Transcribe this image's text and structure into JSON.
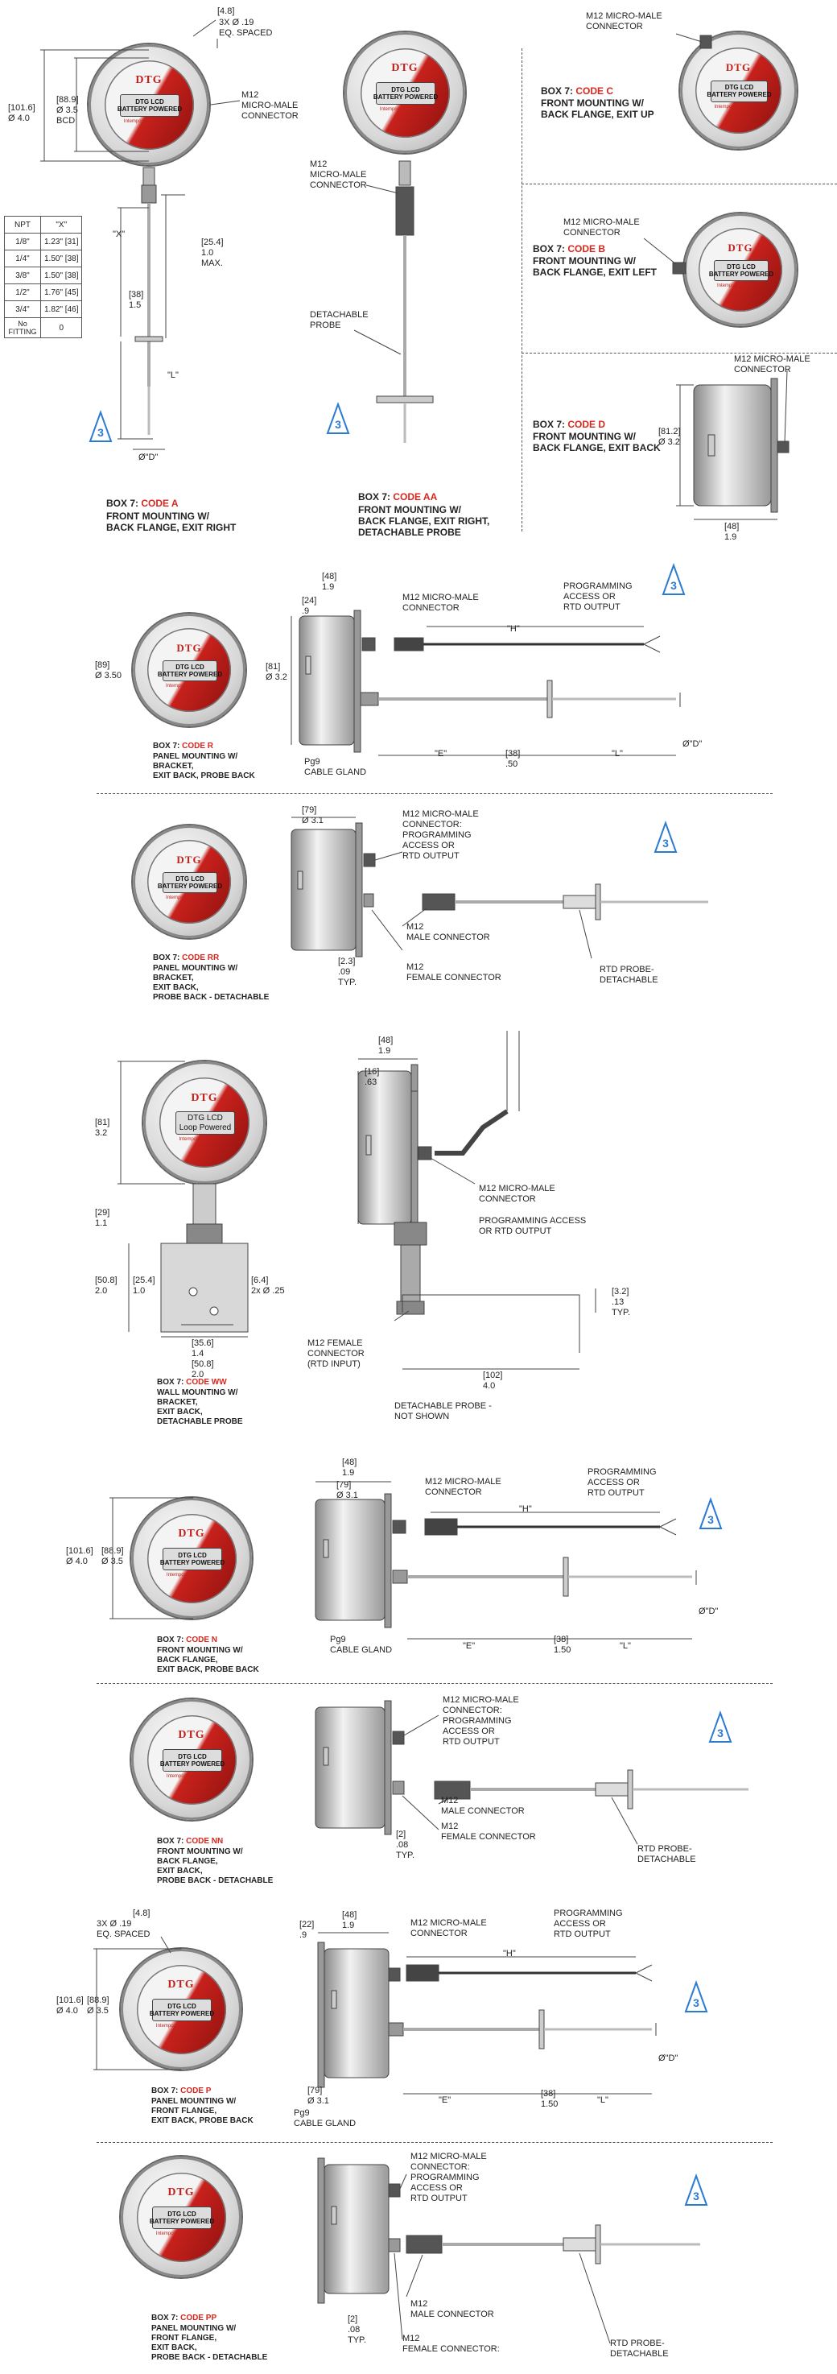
{
  "table": {
    "headers": [
      "NPT",
      "\"X\""
    ],
    "rows": [
      [
        "1/8\"",
        "1.23\" [31]"
      ],
      [
        "1/4\"",
        "1.50\" [38]"
      ],
      [
        "3/8\"",
        "1.50\" [38]"
      ],
      [
        "1/2\"",
        "1.76\" [45]"
      ],
      [
        "3/4\"",
        "1.82\" [46]"
      ],
      [
        "No FITTING",
        "0"
      ]
    ]
  },
  "gauge": {
    "logo": "DTG",
    "lcd_battery": "DTG LCD\nBATTERY POWERED",
    "lcd_loop": "DTG LCD\nLoop Powered",
    "brand": "Intempco"
  },
  "icon_3a": "3-A sanitary standards icon",
  "codeA": {
    "dim_48": "[4.8]",
    "holes": "3X Ø .19\nEQ. SPACED",
    "dim_101": "[101.6]\nØ 4.0",
    "dim_889": "[88.9]\nØ 3.5\nBCD",
    "connector": "M12\nMICRO-MALE\nCONNECTOR",
    "dim_x": "\"X\"",
    "dim_254": "[25.4]\n1.0\nMAX.",
    "dim_38": "[38]\n1.5",
    "dim_l": "\"L\"",
    "dim_d": "Ø\"D\"",
    "title_pre": "BOX 7: ",
    "code": "CODE A",
    "desc": "FRONT MOUNTING W/\nBACK FLANGE, EXIT RIGHT"
  },
  "codeAA": {
    "connector": "M12\nMICRO-MALE\nCONNECTOR",
    "probe": "DETACHABLE\nPROBE",
    "title_pre": "BOX 7: ",
    "code": "CODE AA",
    "desc": "FRONT MOUNTING W/\nBACK FLANGE, EXIT RIGHT,\nDETACHABLE PROBE"
  },
  "codeC": {
    "connector": "M12 MICRO-MALE\nCONNECTOR",
    "title_pre": "BOX 7: ",
    "code": "CODE C",
    "desc": "FRONT MOUNTING W/\nBACK FLANGE, EXIT UP"
  },
  "codeB": {
    "connector": "M12 MICRO-MALE\nCONNECTOR",
    "title_pre": "BOX 7: ",
    "code": "CODE B",
    "desc": "FRONT MOUNTING W/\nBACK FLANGE, EXIT LEFT"
  },
  "codeD": {
    "connector": "M12 MICRO-MALE\nCONNECTOR",
    "dim_812": "[81.2]\nØ 3.2",
    "dim_48": "[48]\n1.9",
    "title_pre": "BOX 7: ",
    "code": "CODE D",
    "desc": "FRONT MOUNTING W/\nBACK FLANGE, EXIT BACK"
  },
  "codeR": {
    "dim_48": "[48]\n1.9",
    "dim_24": "[24]\n.9",
    "dim_89": "[89]\nØ 3.50",
    "dim_81": "[81]\nØ 3.2",
    "connector": "M12 MICRO-MALE\nCONNECTOR",
    "dim_h": "\"H\"",
    "programming": "PROGRAMMING\nACCESS OR\nRTD OUTPUT",
    "pg9": "Pg9\nCABLE GLAND",
    "dim_e": "\"E\"",
    "dim_38": "[38]\n.50",
    "dim_l": "\"L\"",
    "dim_d": "Ø\"D\"",
    "title_pre": "BOX 7: ",
    "code": "CODE R",
    "desc": "PANEL MOUNTING W/\nBRACKET,\nEXIT BACK, PROBE BACK"
  },
  "codeRR": {
    "dim_79": "[79]\nØ 3.1",
    "connector": "M12 MICRO-MALE\nCONNECTOR:\nPROGRAMMING\nACCESS OR\nRTD OUTPUT",
    "male": "M12\nMALE CONNECTOR",
    "female": "M12\nFEMALE CONNECTOR",
    "dim_23": "[2.3]\n.09\nTYP.",
    "rtd": "RTD PROBE-\nDETACHABLE",
    "title_pre": "BOX 7: ",
    "code": "CODE RR",
    "desc": "PANEL MOUNTING W/\nBRACKET,\nEXIT BACK,\nPROBE BACK - DETACHABLE"
  },
  "codeWW": {
    "dim_81": "[81]\n3.2",
    "dim_29": "[29]\n1.1",
    "dim_508a": "[50.8]\n2.0",
    "dim_254": "[25.4]\n1.0",
    "dim_64": "[6.4]\n2x Ø .25",
    "dim_356": "[35.6]\n1.4",
    "dim_508b": "[50.8]\n2.0",
    "dim_48": "[48]\n1.9",
    "dim_16": "[16]\n.63",
    "connector": "M12 MICRO-MALE\nCONNECTOR",
    "programming": "PROGRAMMING ACCESS\nOR RTD OUTPUT",
    "dim_32": "[3.2]\n.13\nTYP.",
    "female": "M12 FEMALE\nCONNECTOR\n(RTD INPUT)",
    "dim_102": "[102]\n4.0",
    "probe_note": "DETACHABLE PROBE -\nNOT SHOWN",
    "title_pre": "BOX 7: ",
    "code": "CODE WW",
    "desc": "WALL MOUNTING W/\nBRACKET,\nEXIT BACK,\nDETACHABLE PROBE"
  },
  "codeN": {
    "dim_48": "[48]\n1.9",
    "dim_79": "[79]\nØ 3.1",
    "dim_101": "[101.6]\nØ 4.0",
    "dim_889": "[88.9]\nØ 3.5",
    "connector": "M12 MICRO-MALE\nCONNECTOR",
    "dim_h": "\"H\"",
    "programming": "PROGRAMMING\nACCESS OR\nRTD OUTPUT",
    "pg9": "Pg9\nCABLE GLAND",
    "dim_e": "\"E\"",
    "dim_38": "[38]\n1.50",
    "dim_l": "\"L\"",
    "dim_d": "Ø\"D\"",
    "title_pre": "BOX 7: ",
    "code": "CODE N",
    "desc": "FRONT MOUNTING W/\nBACK FLANGE,\nEXIT BACK, PROBE BACK"
  },
  "codeNN": {
    "connector": "M12 MICRO-MALE\nCONNECTOR:\nPROGRAMMING\nACCESS OR\nRTD OUTPUT",
    "male": "M12\nMALE CONNECTOR",
    "female": "M12\nFEMALE CONNECTOR",
    "dim_2": "[2]\n.08\nTYP.",
    "rtd": "RTD PROBE-\nDETACHABLE",
    "title_pre": "BOX 7: ",
    "code": "CODE NN",
    "desc": "FRONT MOUNTING W/\nBACK FLANGE,\nEXIT BACK,\nPROBE BACK - DETACHABLE"
  },
  "codeP": {
    "dim_48a": "[4.8]",
    "holes": "3X Ø .19\nEQ. SPACED",
    "dim_22": "[22]\n.9",
    "dim_48b": "[48]\n1.9",
    "dim_101": "[101.6]\nØ 4.0",
    "dim_889": "[88.9]\nØ 3.5",
    "connector": "M12 MICRO-MALE\nCONNECTOR",
    "dim_h": "\"H\"",
    "programming": "PROGRAMMING\nACCESS OR\nRTD OUTPUT",
    "dim_79": "[79]\nØ 3.1",
    "pg9": "Pg9\nCABLE GLAND",
    "dim_e": "\"E\"",
    "dim_38": "[38]\n1.50",
    "dim_l": "\"L\"",
    "dim_d": "Ø\"D\"",
    "title_pre": "BOX 7: ",
    "code": "CODE P",
    "desc": "PANEL MOUNTING W/\nFRONT FLANGE,\nEXIT BACK, PROBE BACK"
  },
  "codePP": {
    "connector": "M12 MICRO-MALE\nCONNECTOR:\nPROGRAMMING\nACCESS OR\nRTD OUTPUT",
    "male": "M12\nMALE CONNECTOR",
    "female": "M12\nFEMALE CONNECTOR:",
    "dim_2": "[2]\n.08\nTYP.",
    "rtd": "RTD PROBE-\nDETACHABLE",
    "title_pre": "BOX 7: ",
    "code": "CODE PP",
    "desc": "PANEL MOUNTING W/\nFRONT FLANGE,\nEXIT BACK,\nPROBE BACK - DETACHABLE"
  }
}
